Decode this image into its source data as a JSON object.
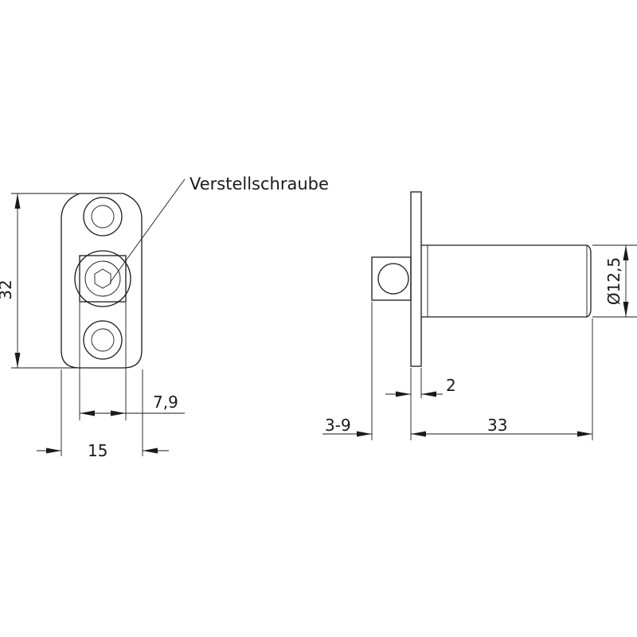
{
  "callout": {
    "label": "Verstellschraube"
  },
  "dimensions": {
    "height": "32",
    "screw_offset": "7,9",
    "width": "15",
    "adjust_range": "3-9",
    "flange_thickness": "2",
    "length": "33",
    "diameter": "Ø12,5"
  }
}
